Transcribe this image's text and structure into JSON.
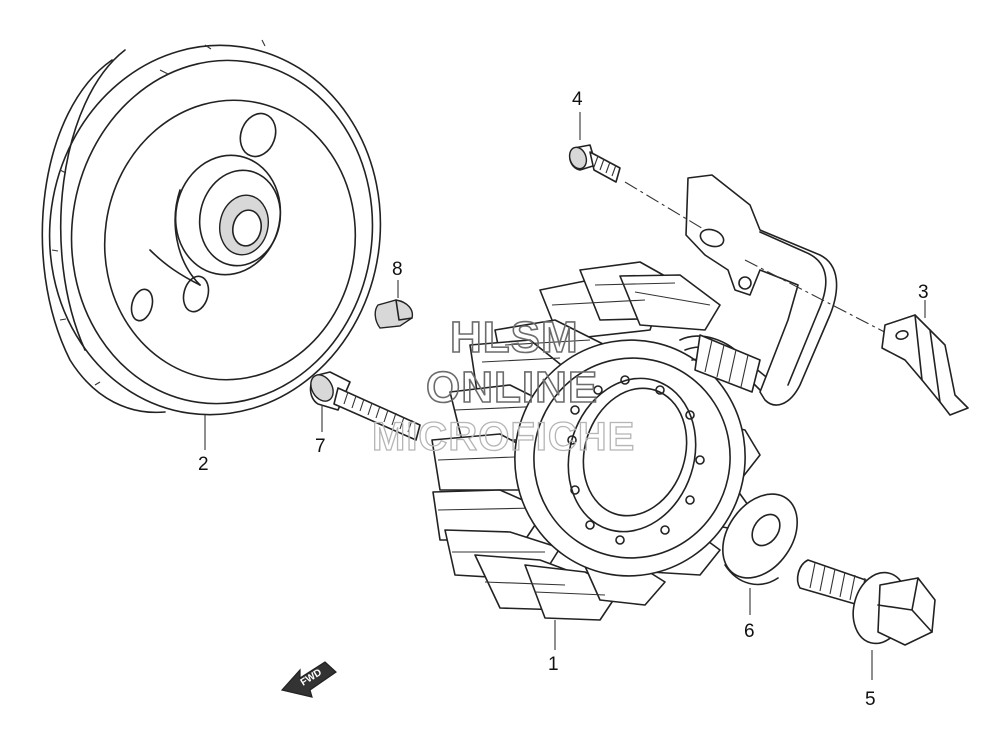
{
  "callouts": [
    {
      "id": "1",
      "label": "1"
    },
    {
      "id": "2",
      "label": "2"
    },
    {
      "id": "3",
      "label": "3"
    },
    {
      "id": "4",
      "label": "4"
    },
    {
      "id": "5",
      "label": "5"
    },
    {
      "id": "6",
      "label": "6"
    },
    {
      "id": "7",
      "label": "7"
    },
    {
      "id": "8",
      "label": "8"
    }
  ],
  "watermark": {
    "line1": "HLSM",
    "line2": "ONLINE",
    "line3": "MICROFICHE"
  },
  "fwd_label": "FWD",
  "colors": {
    "ink": "#222222",
    "watermark": "#6c6c6c",
    "background": "#ffffff"
  }
}
